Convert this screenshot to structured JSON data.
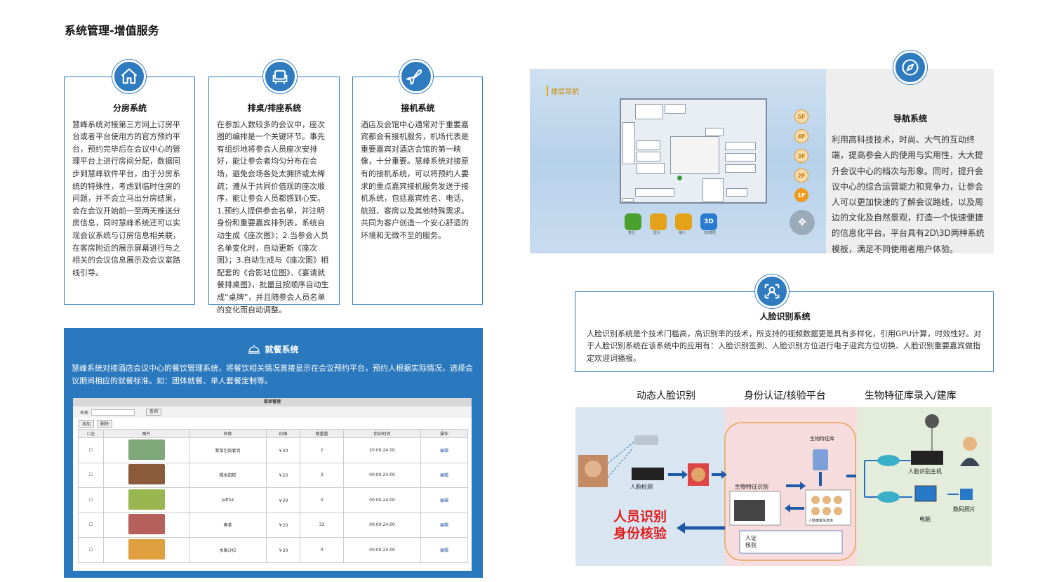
{
  "page_title": "系统管理-增值服务",
  "cards": [
    {
      "title": "分房系统",
      "icon": "house-icon",
      "text": "慧峰系统对接第三方网上订房平台或者平台使用方的官方预约平台，预约完毕后在会议中心的管理平台上进行房间分配，数据同步到慧峰软件平台，由于分房系统的特殊性，考虑到临时住房的问题，并不会立马出分房结果，会在会议开始前一至两天推送分房信息，同时慧峰系统还可以实现会议系统与订房信息相关联，在客房附近的展示屏幕进行与之相关的会议信息展示及会议室路线引导。"
    },
    {
      "title": "排桌/排座系统",
      "icon": "seat-icon",
      "text": "在参加人数较多的会议中，座次图的编排是一个关键环节。事先有组织地将参会人员座次安排好，能让参会者均匀分布在会场，避免会场各处太拥挤或太稀疏；遵从于共同价值观的座次顺序，能让参会人员都感到心安。1.预约人提供参会名单，并注明身份和重要嘉宾排列表，系统自动生成《座次图》；2.当参会人员名单变化时，自动更新《座次图》；3.自动生成与《座次图》相配套的《合影站位图》、《宴请就餐排桌图》，批量且按顺序自动生成“桌牌”，并且随参会人员名单的变化而自动调整。"
    },
    {
      "title": "接机系统",
      "icon": "plane-icon",
      "text": "酒店及会馆中心通常对于重要嘉宾都会有接机服务，机场代表是重要嘉宾对酒店会馆的第一映像，十分重要。慧峰系统对接原有的接机系统，可以将预约人要求的重点嘉宾接机服务发送于接机系统，包括嘉宾姓名、电话、航班、客房以及其他特殊需求。共同为客户创造一个安心舒适的环境和无微不至的服务。"
    }
  ],
  "dining": {
    "title": "就餐系统",
    "icon": "cloche-icon",
    "text": "慧峰系统对接酒店会议中心的餐饮管理系统，将餐饮相关情况直接显示在会议预约平台，预约人根据实际情况，选择会议期间相应的就餐标准。如：团体就餐、单人套餐定制等。",
    "screenshot": {
      "header": "菜单管理",
      "search_label": "名称",
      "search_button": "查询",
      "add_button": "添加",
      "delete_button": "删除",
      "columns": [
        "全",
        "图片",
        "名称",
        "价格",
        "销量量",
        "供应时间",
        "操作"
      ],
      "rows": [
        {
          "name": "紫菜包饭套到",
          "price": "￥30",
          "sales": "2",
          "time": "20:00-24:00",
          "op": "编辑",
          "color": "#7fa87a"
        },
        {
          "name": "糯米甜糕",
          "price": "￥20",
          "sales": "3",
          "time": "00:00-24:00",
          "op": "编辑",
          "color": "#8a5a3a"
        },
        {
          "name": "pdf34",
          "price": "￥20",
          "sales": "0",
          "time": "00:00-24:00",
          "op": "编辑",
          "color": "#9ab650"
        },
        {
          "name": "春卷",
          "price": "￥20",
          "sales": "32",
          "time": "00:00-24:00",
          "op": "编辑",
          "color": "#b5605a"
        },
        {
          "name": "水果沙拉",
          "price": "￥20",
          "sales": "0",
          "time": "00:00-24:00",
          "op": "编辑",
          "color": "#e0a040"
        }
      ]
    }
  },
  "map": {
    "label": "楼层导航",
    "floors": [
      "5F",
      "4F",
      "3F",
      "2F",
      "1F"
    ],
    "active_floor": "1F",
    "tools": [
      {
        "icon": "reset-icon",
        "label": "",
        "caption": "复位",
        "color": "#4aa02c"
      },
      {
        "icon": "zoom-in-icon",
        "label": "",
        "caption": "放大",
        "color": "#e3a21a"
      },
      {
        "icon": "zoom-out-icon",
        "label": "",
        "caption": "缩小",
        "color": "#e3a21a"
      },
      {
        "icon": "3d-icon",
        "label": "3D",
        "caption": "3D楼层",
        "color": "#2a7bd0"
      }
    ]
  },
  "navigation": {
    "title": "导航系统",
    "icon": "compass-icon",
    "text": "利用高科技技术，时尚、大气的互动终端，提高参会人的使用与实用性，大大提升会议中心的档次与形象。同时，提升会议中心的综合运营能力和竞争力，让参会人可以更加快速的了解会议路线，以及周边的文化及自然景观，打造一个快速便捷的信息化平台。平台具有2D\\3D两种系统模板，满足不同使用者用户体验。"
  },
  "face": {
    "title": "人脸识别系统",
    "icon": "face-scan-icon",
    "text": "人脸识别系统是个技术门槛高，高识别率的技术，所支持的视频数据更是具有多样化，引用GPU计算，时效性好。对于人脸识别系统在该系统中的应用有：人脸识别签到、人脸识别方位进行电子迎宾方位切换、人脸识别重要嘉宾做指定欢迎词播报。"
  },
  "diagram": {
    "sections": [
      "动态人脸识别",
      "身份认证/核验平台",
      "生物特征库录入/建库"
    ],
    "labels": {
      "face_detect": "人脸检测",
      "bio_match": "生物特征识别",
      "bio_db": "生物特征库",
      "face_tpl": "人脸模板信息库",
      "id_verify": "人证核验",
      "host": "人脸识别主机",
      "pc": "电脑",
      "photo": "数码照片"
    },
    "slogan": [
      "人员识别",
      "身份核验"
    ]
  }
}
